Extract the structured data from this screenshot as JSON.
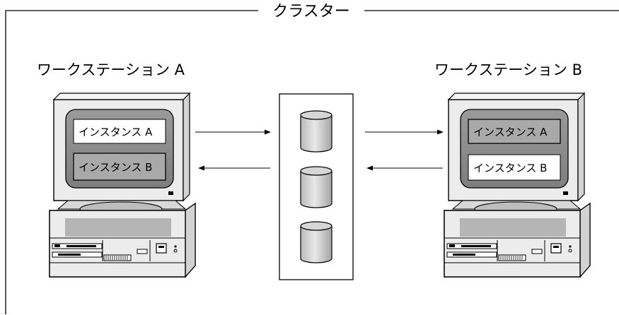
{
  "cluster": {
    "label": "クラスター"
  },
  "workstation_a": {
    "title": "ワークステーション A",
    "instances": [
      {
        "label": "インスタンス A",
        "state": "active"
      },
      {
        "label": "インスタンス B",
        "state": "inactive"
      }
    ]
  },
  "workstation_b": {
    "title": "ワークステーション B",
    "instances": [
      {
        "label": "インスタンス A",
        "state": "inactive"
      },
      {
        "label": "インスタンス B",
        "state": "active"
      }
    ]
  },
  "shared_storage": {
    "disk_count": 3
  },
  "colors": {
    "active_instance_fill": "#ffffff",
    "inactive_instance_fill": "#a9a9a9",
    "monitor_frame": "#e4e4e4",
    "screen": "#8f8f8f",
    "line": "#000000"
  }
}
